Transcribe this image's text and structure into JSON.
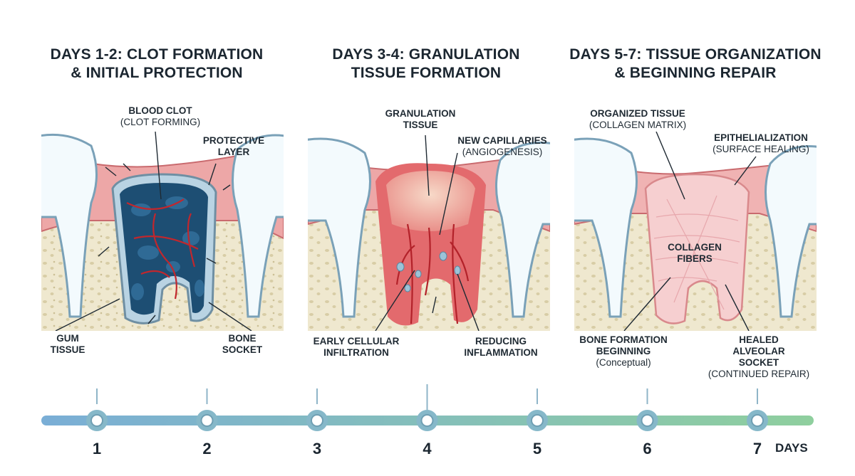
{
  "stages": [
    {
      "title_line1": "DAYS 1-2: CLOT FORMATION",
      "title_line2": "& INITIAL PROTECTION",
      "labels": {
        "blood_clot": "BLOOD CLOT",
        "blood_clot_sub": "(CLOT FORMING)",
        "protective_1": "PROTECTIVE",
        "protective_2": "LAYER",
        "gum_1": "GUM",
        "gum_2": "TISSUE",
        "bone_1": "BONE",
        "bone_2": "SOCKET"
      }
    },
    {
      "title_line1": "DAYS 3-4: GRANULATION",
      "title_line2": "TISSUE FORMATION",
      "labels": {
        "gran_1": "GRANULATION",
        "gran_2": "TISSUE",
        "cap_1": "NEW CAPILLARIES",
        "cap_sub": "(ANGIOGENESIS)",
        "early_1": "EARLY CELLULAR",
        "early_2": "INFILTRATION",
        "reduce_1": "REDUCING",
        "reduce_2": "INFLAMMATION"
      }
    },
    {
      "title_line1": "DAYS 5-7: TISSUE ORGANIZATION",
      "title_line2": "& BEGINNING REPAIR",
      "labels": {
        "org_1": "ORGANIZED TISSUE",
        "org_sub": "(COLLAGEN MATRIX)",
        "epi_1": "EPITHELIALIZATION",
        "epi_sub": "(SURFACE HEALING)",
        "coll_1": "COLLAGEN",
        "coll_2": "FIBERS",
        "boneform_1": "BONE FORMATION",
        "boneform_2": "BEGINNING",
        "boneform_sub": "(Conceptual)",
        "healed_1": "HEALED",
        "healed_2": "ALVEOLAR",
        "healed_3": "SOCKET",
        "healed_sub": "(CONTINUED REPAIR)"
      }
    }
  ],
  "timeline": {
    "days": [
      "1",
      "2",
      "3",
      "4",
      "5",
      "6",
      "7"
    ],
    "unit_label": "DAYS"
  },
  "colors": {
    "gum": "#eda7a7",
    "gum_dark": "#d85f63",
    "bone": "#efe8cf",
    "bone_pore": "#d8cda6",
    "tooth": "#f3fafd",
    "tooth_outline": "#7aa1b8",
    "clot": "#1d4e73",
    "vessel": "#c1272d",
    "timeline_start": "#7aaed6",
    "timeline_end": "#8fcf9e"
  }
}
